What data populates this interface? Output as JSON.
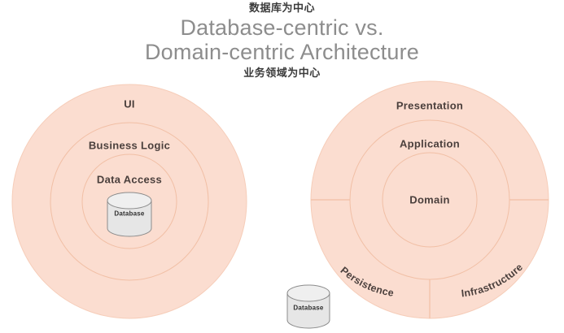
{
  "title": {
    "cn_top": "数据库为中心",
    "main": "Database-centric vs.\nDomain-centric Architecture",
    "cn_bottom": "业务领域为中心"
  },
  "colors": {
    "ring_fill": "#fbddd0",
    "ring_stroke": "#f2c4ae",
    "label_text": "#4a3f3c",
    "title_text": "#8d8d8d",
    "cn_text": "#3b3b3b",
    "cylinder_fill": "#e6e6e6",
    "cylinder_top": "#efefef",
    "cylinder_stroke": "#8c8c8c",
    "background": "#ffffff"
  },
  "left_diagram": {
    "name": "Database-centric Architecture",
    "rings": [
      {
        "label": "UI"
      },
      {
        "label": "Business Logic"
      },
      {
        "label": "Data Access"
      }
    ],
    "cylinder": {
      "label": "Database"
    }
  },
  "right_diagram": {
    "name": "Domain-centric Architecture",
    "rings": [
      {
        "label": "Presentation"
      },
      {
        "label": "Application"
      },
      {
        "label": "Domain"
      }
    ],
    "outer_segments": [
      {
        "label": "Persistence"
      },
      {
        "label": "Infrastructure"
      }
    ],
    "cylinder": {
      "label": "Database"
    }
  }
}
